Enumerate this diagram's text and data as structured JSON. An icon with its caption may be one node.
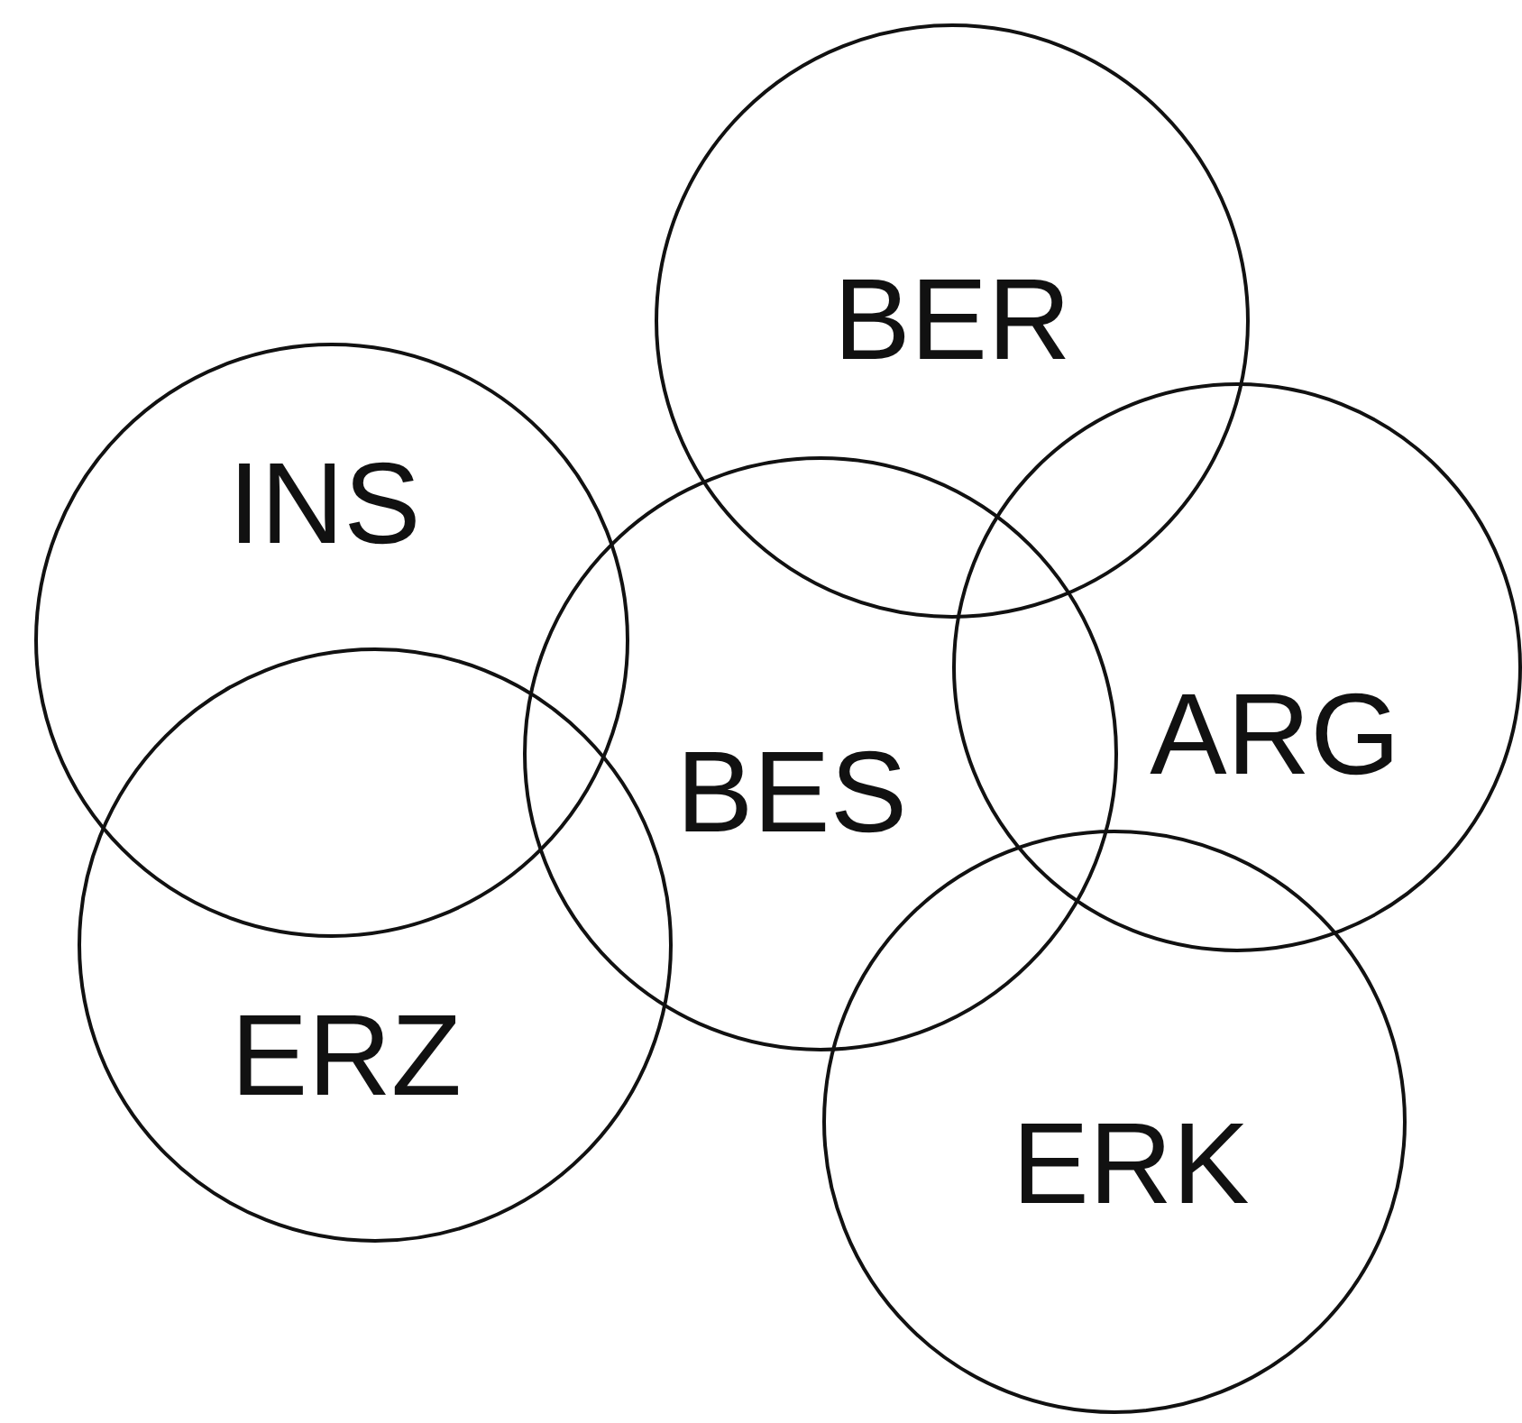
{
  "diagram": {
    "nodes": [
      {
        "text": [
          "BER"
        ]
      },
      {
        "text": [
          "INS"
        ]
      },
      {
        "text": [
          "BES"
        ]
      },
      {
        "text": [
          "ARG"
        ]
      },
      {
        "text": [
          "ERZ"
        ]
      },
      {
        "text": [
          "ERK"
        ]
      }
    ]
  }
}
